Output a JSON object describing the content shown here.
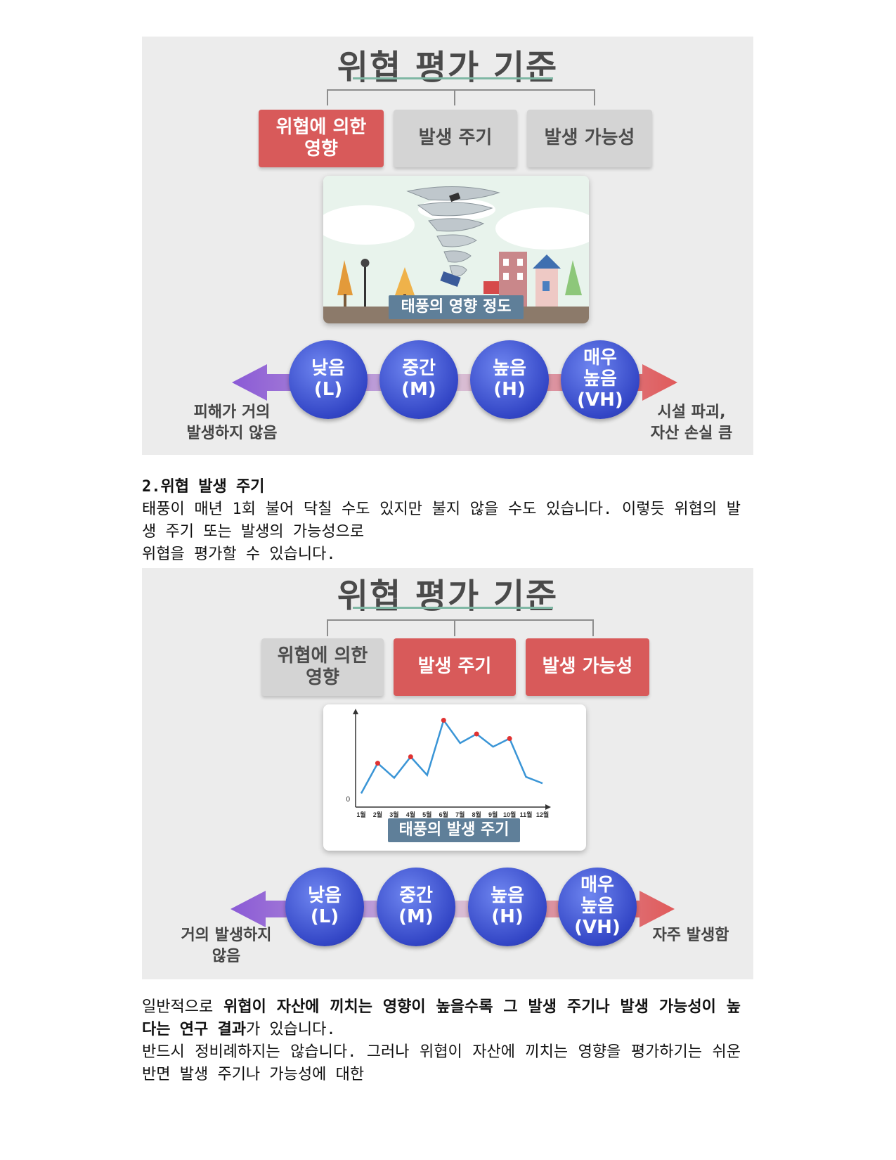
{
  "figure1": {
    "title": "위협 평가 기준",
    "criteria": [
      "위협에 의한\n영향",
      "발생 주기",
      "발생 가능성"
    ],
    "panel_label": "태풍의 영향 정도",
    "levels": [
      {
        "name": "낮음",
        "code": "(L)"
      },
      {
        "name": "중간",
        "code": "(M)"
      },
      {
        "name": "높음",
        "code": "(H)"
      },
      {
        "name": "매우\n높음",
        "code": "(VH)"
      }
    ],
    "left_label": "피해가 거의\n발생하지 않음",
    "right_label": "시설 파괴,\n자산 손실 큼",
    "colors": {
      "active": "#d85a5a",
      "inactive": "#d4d4d4",
      "circle": "#3a4fd0"
    }
  },
  "section2": {
    "heading": "2.위협 발생 주기",
    "para_line1": "태풍이 매년 1회 불어 닥칠 수도 있지만 불지 않을 수도 있습니다. 이렇듯 위협의 발생 주기 또는 발생의 가능성으로",
    "para_line2": "위협을 평가할 수 있습니다."
  },
  "figure2": {
    "title": "위협 평가 기준",
    "criteria": [
      "위협에 의한\n영향",
      "발생 주기",
      "발생 가능성"
    ],
    "panel_label": "태풍의 발생 주기",
    "chart_data": {
      "type": "line",
      "categories": [
        "1월",
        "2월",
        "3월",
        "4월",
        "5월",
        "6월",
        "7월",
        "8월",
        "9월",
        "10월",
        "11월",
        "12월"
      ],
      "y_tick_label": "0",
      "series": [
        {
          "values": [
            1.5,
            4.8,
            3.2,
            5.5,
            3.5,
            9.5,
            7.0,
            8.0,
            6.6,
            7.5,
            3.3,
            2.6
          ]
        }
      ]
    },
    "levels": [
      {
        "name": "낮음",
        "code": "(L)"
      },
      {
        "name": "중간",
        "code": "(M)"
      },
      {
        "name": "높음",
        "code": "(H)"
      },
      {
        "name": "매우\n높음",
        "code": "(VH)"
      }
    ],
    "left_label": "거의 발생하지\n않음",
    "right_label": "자주 발생함"
  },
  "closing": {
    "p1_pre": "일반적으로 ",
    "p1_bold": "위협이 자산에 끼치는 영향이 높을수록 그 발생 주기나 발생 가능성이 높다는 연구 결과",
    "p1_post": "가 있습니다.",
    "p2": "반드시 정비례하지는 않습니다. 그러나 위협이 자산에 끼치는 영향을 평가하기는 쉬운 반면 발생 주기나 가능성에 대한"
  }
}
